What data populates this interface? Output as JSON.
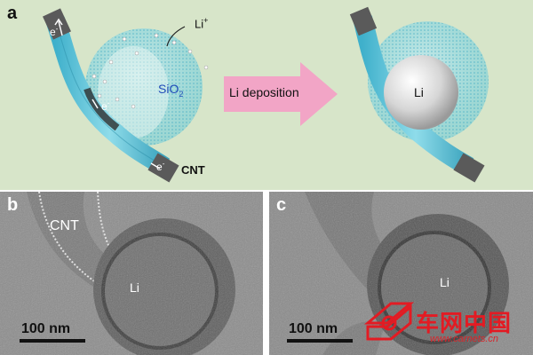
{
  "figure": {
    "panel_a": {
      "letter": "a",
      "arrow_label": "Li deposition",
      "label_li_ion": "Li",
      "label_li_ion_charge": "+",
      "label_sio2_main": "SiO",
      "label_sio2_sub": "2",
      "label_cnt": "CNT",
      "label_electron": "e",
      "label_electron_charge": "-",
      "label_li_metal": "Li",
      "colors": {
        "background": "#d7e5c9",
        "tube": "#5cc2d9",
        "arrow": "#f2a5c6",
        "tip": "#5a5a5a"
      }
    },
    "panel_b": {
      "letter": "b",
      "label_cnt": "CNT",
      "label_li": "Li",
      "scale_bar": "100 nm"
    },
    "panel_c": {
      "letter": "c",
      "label_li": "Li",
      "scale_bar": "100 nm"
    },
    "watermark": {
      "cn_text": "车网中国",
      "url": "www.carnets.cn"
    }
  }
}
